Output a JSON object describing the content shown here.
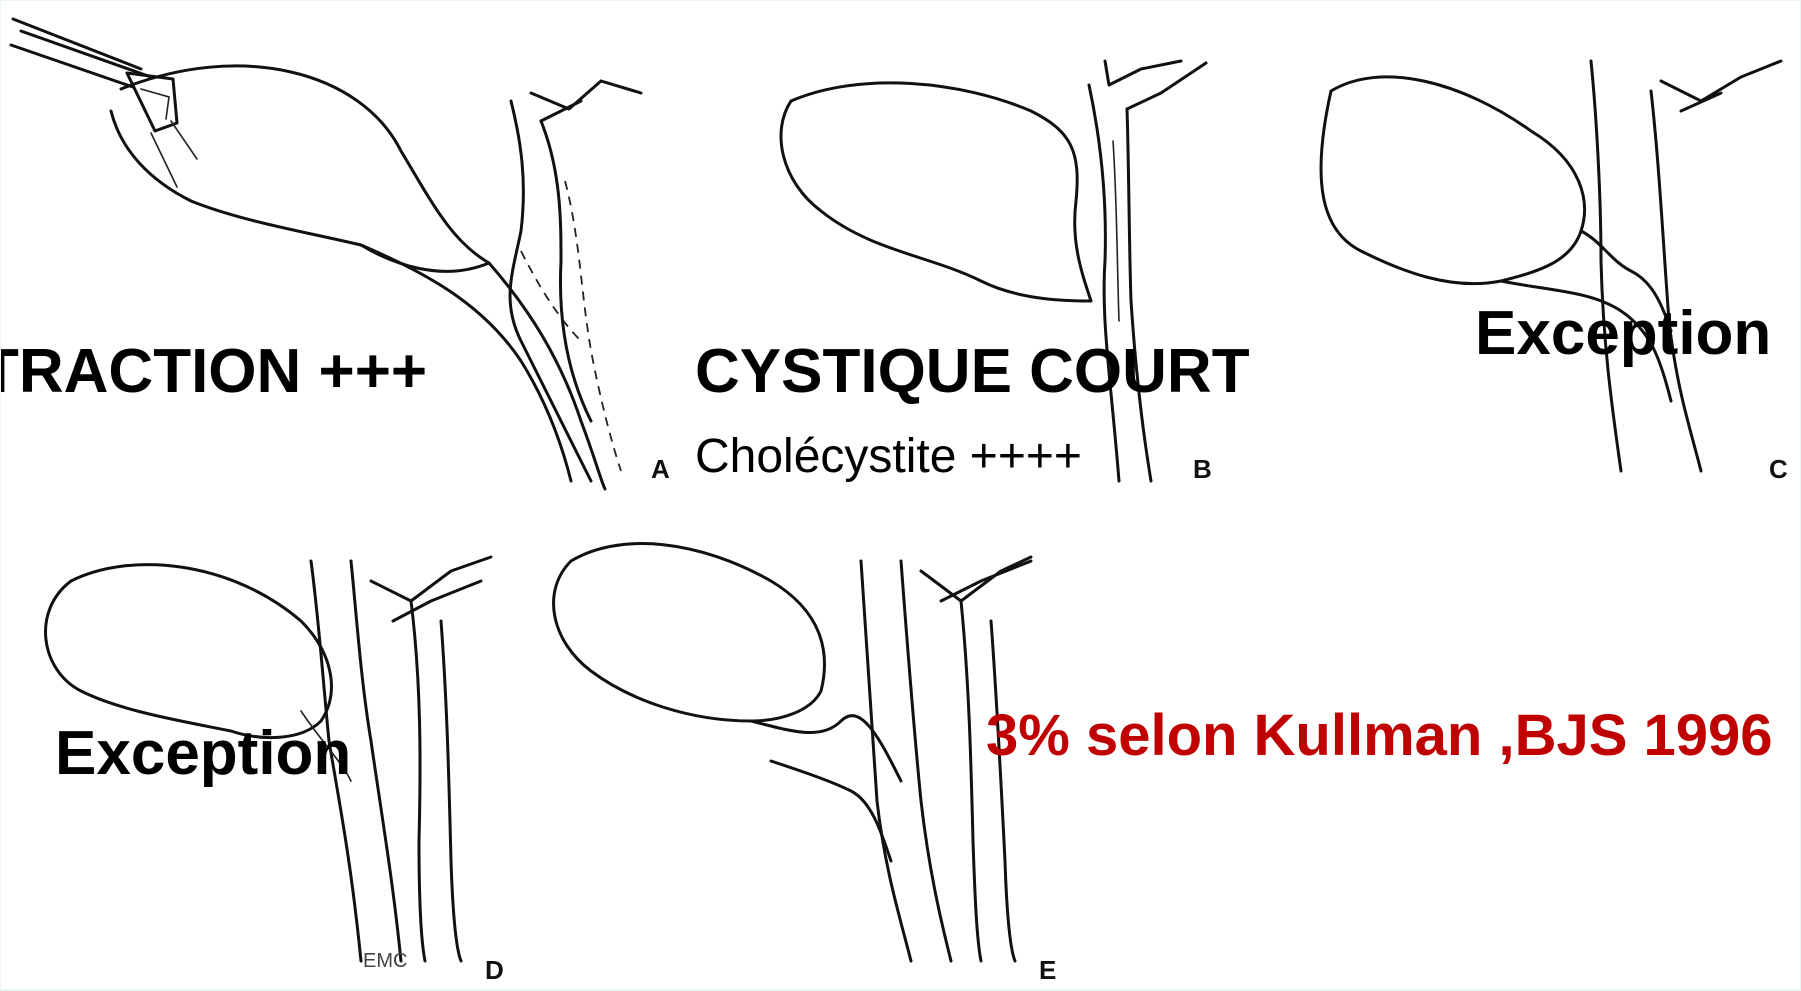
{
  "labels": {
    "traction": "TRACTION +++",
    "cystique_court": "CYSTIQUE COURT",
    "cholecystite": "Cholécystite ++++",
    "exception_c": "Exception",
    "exception_d": "Exception",
    "kullman": "3% selon Kullman ,BJS 1996"
  },
  "figure_letters": {
    "a": "A",
    "b": "B",
    "c": "C",
    "d": "D",
    "e": "E"
  },
  "watermark": "EMC",
  "colors": {
    "background": "#ffffff",
    "border": "#e9f6f1",
    "ink": "#111111",
    "accent_red": "#c00000"
  }
}
